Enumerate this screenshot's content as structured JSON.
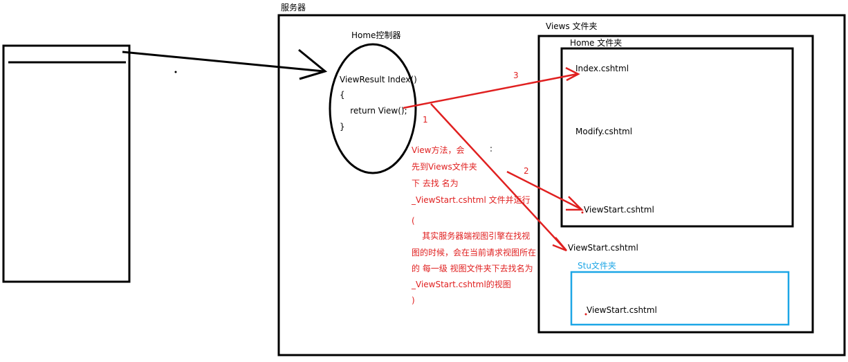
{
  "labels": {
    "server": "服务器",
    "controller": "Home控制器",
    "views_folder": "Views 文件夹",
    "home_folder": "Home 文件夹",
    "stu_folder": "Stu文件夹"
  },
  "code_lines": [
    "ViewResult Index()",
    "{",
    "    return View();",
    "}"
  ],
  "files": {
    "index": "Index.cshtml",
    "modify": "Modify.cshtml",
    "viewstart_home": "ViewStart.cshtml",
    "viewstart_views": "ViewStart.cshtml",
    "viewstart_stu": "ViewStart.cshtml"
  },
  "step_numbers": {
    "one": "1",
    "two": "2",
    "three": "3"
  },
  "note_lines": [
    "View方法，会",
    "先到Views文件夹",
    "下 去找 名为",
    "_ViewStart.cshtml 文件并运行",
    "",
    "(",
    "    其实服务器端视图引擎在找视",
    "图的时候，会在当前请求视图所在",
    "的 每一级 视图文件夹下去找名为",
    "_ViewStart.cshtml的视图",
    ")"
  ],
  "colors": {
    "black": "#000000",
    "red": "#e02020",
    "blue": "#1ca6e6"
  }
}
